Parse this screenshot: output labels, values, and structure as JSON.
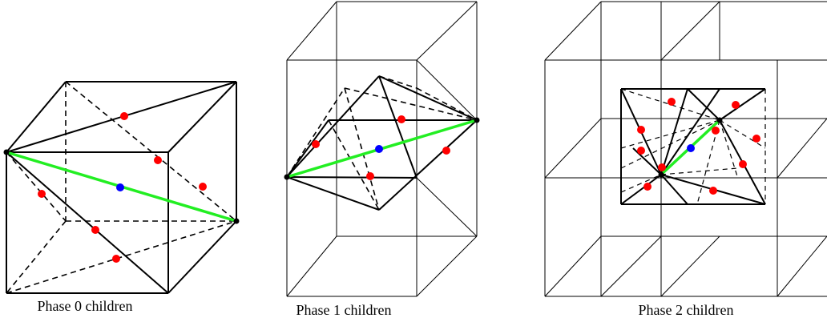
{
  "colors": {
    "edge": "#000000",
    "diagonal": "#22ee22",
    "midpoint": "#ff0000",
    "center": "#0000ff",
    "background": "#ffffff"
  },
  "panels": [
    {
      "caption": "Phase 0 children"
    },
    {
      "caption": "Phase 1 children"
    },
    {
      "caption": "Phase 2 children"
    }
  ]
}
